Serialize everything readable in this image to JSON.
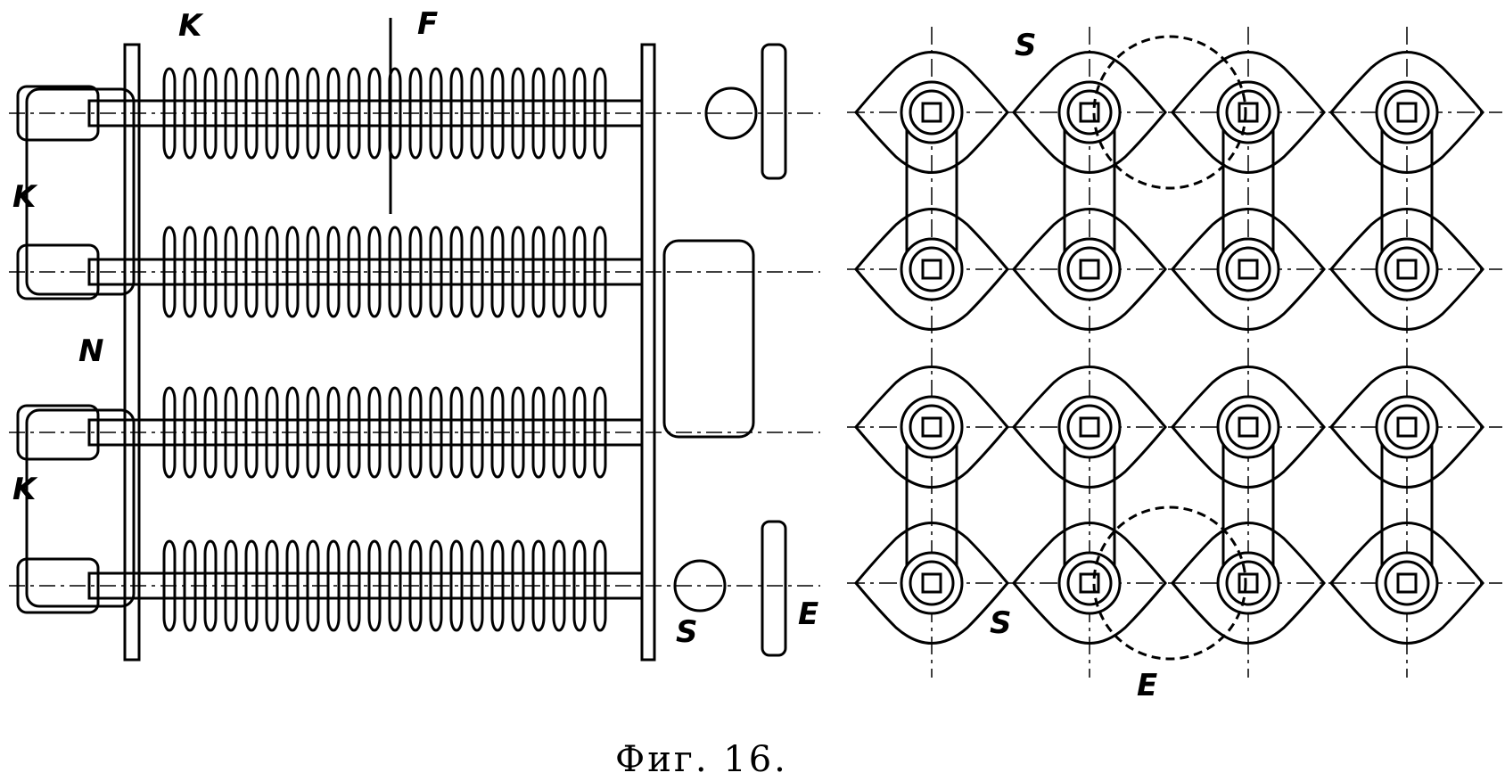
{
  "figure": {
    "caption": "Фиг. 16.",
    "left_view_labels": {
      "k_top": "K",
      "f": "F",
      "k_left_upper": "K",
      "n": "N",
      "k_left_lower": "K",
      "s": "S",
      "e": "E"
    },
    "right_view_labels": {
      "s_top": "S",
      "s_bottom": "S",
      "e": "E"
    },
    "colors": {
      "ink": "#000000",
      "paper": "#ffffff"
    }
  }
}
